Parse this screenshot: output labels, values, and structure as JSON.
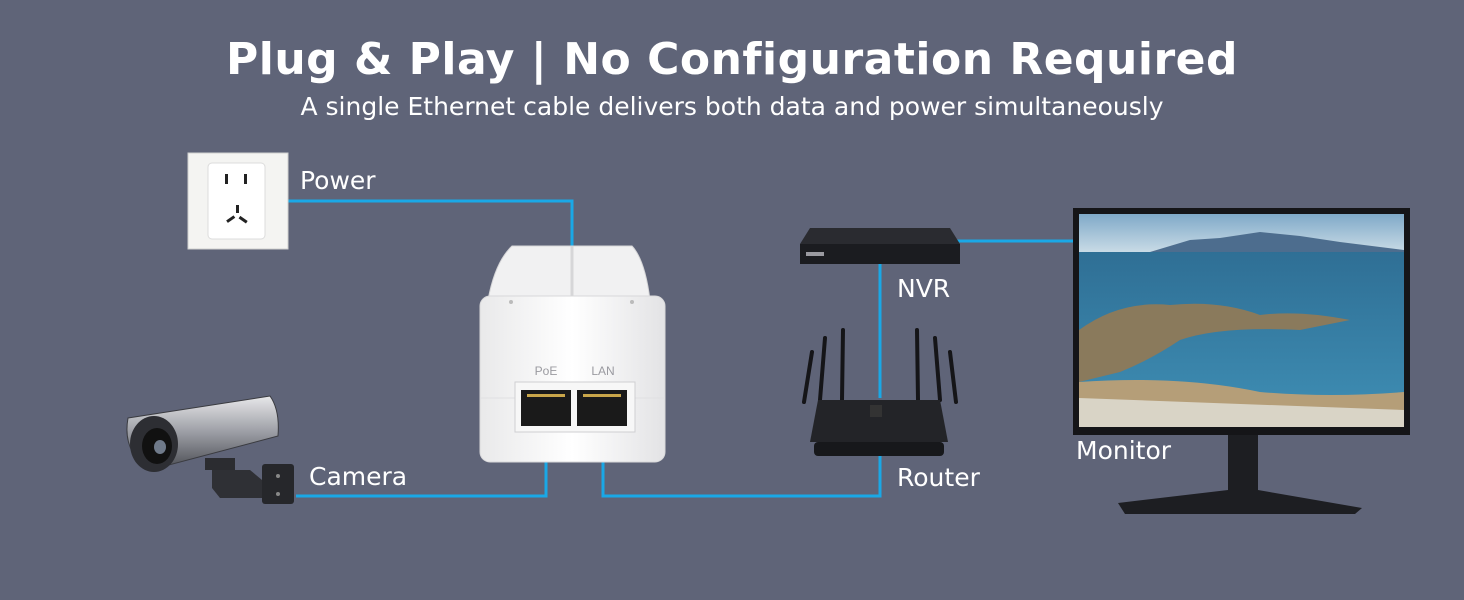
{
  "header": {
    "title": "Plug & Play | No Configuration Required",
    "subtitle": "A single Ethernet cable delivers both data and power simultaneously"
  },
  "labels": {
    "power": "Power",
    "camera": "Camera",
    "nvr": "NVR",
    "router": "Router",
    "monitor": "Monitor",
    "poe_port": "PoE",
    "lan_port": "LAN"
  },
  "colors": {
    "background": "#5f6478",
    "cable": "#1aa8e6"
  }
}
